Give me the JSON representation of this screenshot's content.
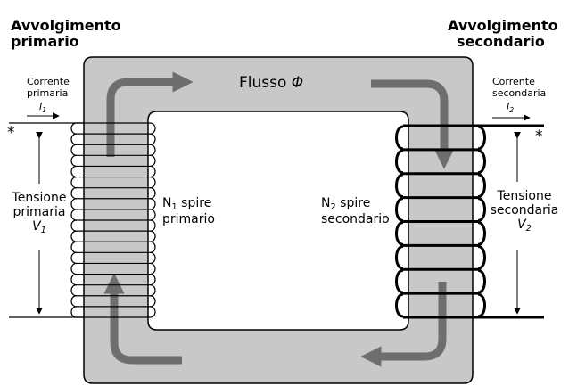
{
  "primary": {
    "title_line1": "Avvolgimento",
    "title_line2": "primario",
    "current_line1": "Corrente",
    "current_line2": "primaria",
    "current_symbol": "I",
    "current_sub": "1",
    "voltage_line1": "Tensione",
    "voltage_line2": "primaria",
    "voltage_symbol": "V",
    "voltage_sub": "1",
    "turns_symbol": "N",
    "turns_sub": "1",
    "turns_word": "spire",
    "turns_line2": "primario",
    "dot_mark": "*"
  },
  "secondary": {
    "title_line1": "Avvolgimento",
    "title_line2": "secondario",
    "current_line1": "Corrente",
    "current_line2": "secondaria",
    "current_symbol": "I",
    "current_sub": "2",
    "voltage_line1": "Tensione",
    "voltage_line2": "secondaria",
    "voltage_symbol": "V",
    "voltage_sub": "2",
    "turns_symbol": "N",
    "turns_sub": "2",
    "turns_word": "spire",
    "turns_line2": "secondario",
    "dot_mark": "*"
  },
  "core": {
    "flux_word": "Flusso",
    "flux_symbol": "Φ"
  },
  "colors": {
    "core_fill": "#c8c8c8",
    "flux_arrow": "#6e6e6e",
    "winding": "#000000"
  },
  "icons": {
    "flux_arrows": "flux-arrow-icon",
    "current_arrows": "current-arrow-icon",
    "voltage_arrows": "double-arrow-icon"
  }
}
